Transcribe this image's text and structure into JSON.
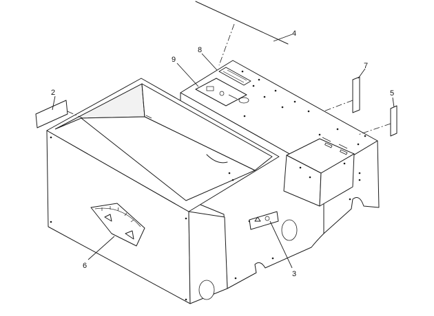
{
  "callouts": [
    {
      "id": "c1",
      "text": "4"
    },
    {
      "id": "c2",
      "text": "8"
    },
    {
      "id": "c3",
      "text": "9"
    },
    {
      "id": "c4",
      "text": "7"
    },
    {
      "id": "c5",
      "text": "5"
    },
    {
      "id": "c6",
      "text": "2"
    },
    {
      "id": "c7",
      "text": "6"
    },
    {
      "id": "c8",
      "text": "3"
    }
  ],
  "colors": {
    "line": "#1a1a1a",
    "background": "#ffffff"
  }
}
